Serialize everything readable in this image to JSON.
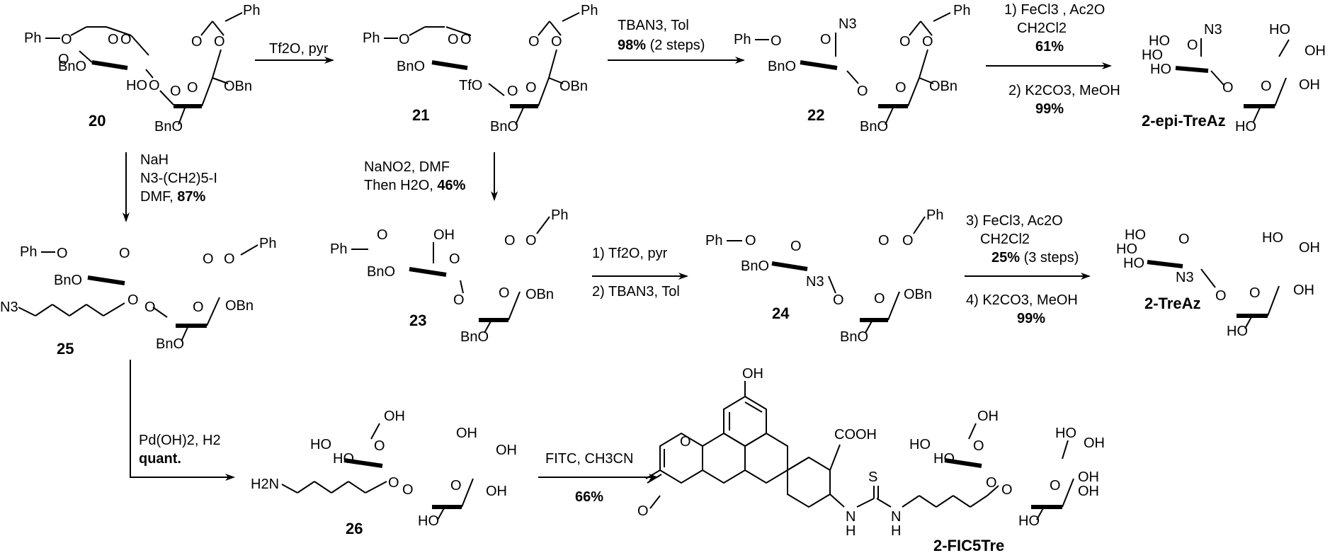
{
  "compounds": {
    "c20": "20",
    "c21": "21",
    "c22": "22",
    "c23": "23",
    "c24": "24",
    "c25": "25",
    "c26": "26",
    "epi": "2-epi-TreAz",
    "treaz": "2-TreAz",
    "fic": "2-FIC5Tre"
  },
  "atoms": {
    "ph": "Ph",
    "bno": "BnO",
    "obn": "OBn",
    "ho": "HO",
    "oh": "OH",
    "o": "O",
    "n3": "N3",
    "tfo": "TfO",
    "cooh": "COOH",
    "s": "S",
    "h": "H",
    "n": "N",
    "h2n": "H2N"
  },
  "arrows": {
    "a1": {
      "line1": "Tf2O, pyr"
    },
    "a2": {
      "line1": "TBAN3, Tol",
      "line2_bold": "98%",
      "line2_rest": " (2 steps)"
    },
    "a3": {
      "line1": "1) FeCl3 , Ac2O",
      "line2": "CH2Cl2",
      "line3_bold": "61%",
      "line4": "2) K2CO3, MeOH",
      "line5_bold": "99%"
    },
    "a4": {
      "line1": "NaH",
      "line2": "N3-(CH2)5-I",
      "line3": "DMF, ",
      "line3_bold": "87%"
    },
    "a5": {
      "line1": "NaNO2, DMF",
      "line2": "Then H2O, ",
      "line2_bold": "46%"
    },
    "a6": {
      "line1": "1) Tf2O, pyr",
      "line2": "2) TBAN3, Tol"
    },
    "a7": {
      "line1": "3) FeCl3, Ac2O",
      "line2": "CH2Cl2",
      "line3_bold": "25%",
      "line3_rest": " (3 steps)",
      "line4": "4) K2CO3, MeOH",
      "line5_bold": "99%"
    },
    "a8": {
      "line1": "Pd(OH)2, H2",
      "line2_bold": "quant."
    },
    "a9": {
      "line1": "FITC, CH3CN",
      "line2_bold": "66%"
    }
  }
}
